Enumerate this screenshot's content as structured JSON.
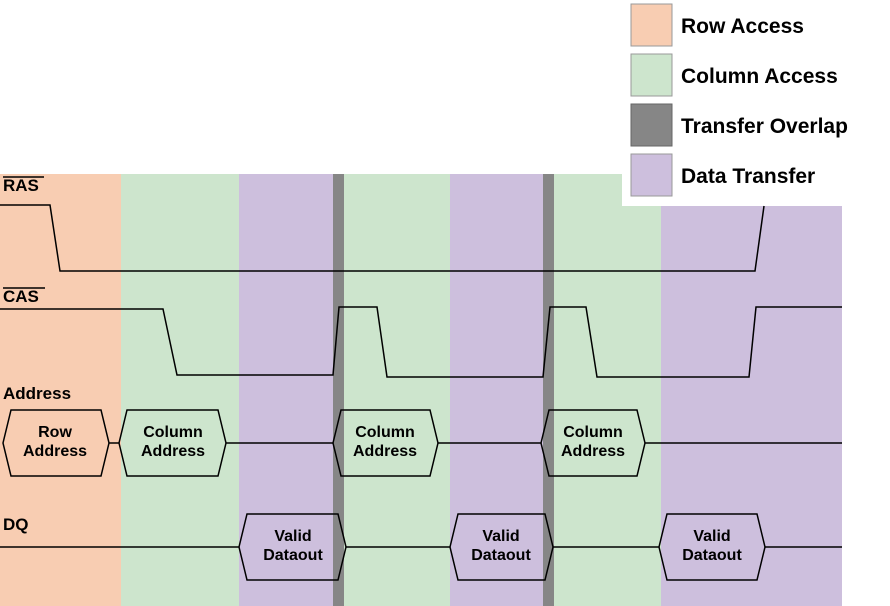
{
  "legend": [
    {
      "label": "Row Access",
      "color": "#f8cdb2"
    },
    {
      "label": "Column Access",
      "color": "#cde5cd"
    },
    {
      "label": "Transfer Overlap",
      "color": "#868686"
    },
    {
      "label": "Data Transfer",
      "color": "#cdbfdd"
    }
  ],
  "signals": {
    "ras": "RAS",
    "cas": "CAS",
    "address": "Address",
    "dq": "DQ"
  },
  "address_boxes": [
    {
      "line1": "Row",
      "line2": "Address"
    },
    {
      "line1": "Column",
      "line2": "Address"
    },
    {
      "line1": "Column",
      "line2": "Address"
    },
    {
      "line1": "Column",
      "line2": "Address"
    }
  ],
  "dq_boxes": [
    {
      "line1": "Valid",
      "line2": "Dataout"
    },
    {
      "line1": "Valid",
      "line2": "Dataout"
    },
    {
      "line1": "Valid",
      "line2": "Dataout"
    }
  ]
}
